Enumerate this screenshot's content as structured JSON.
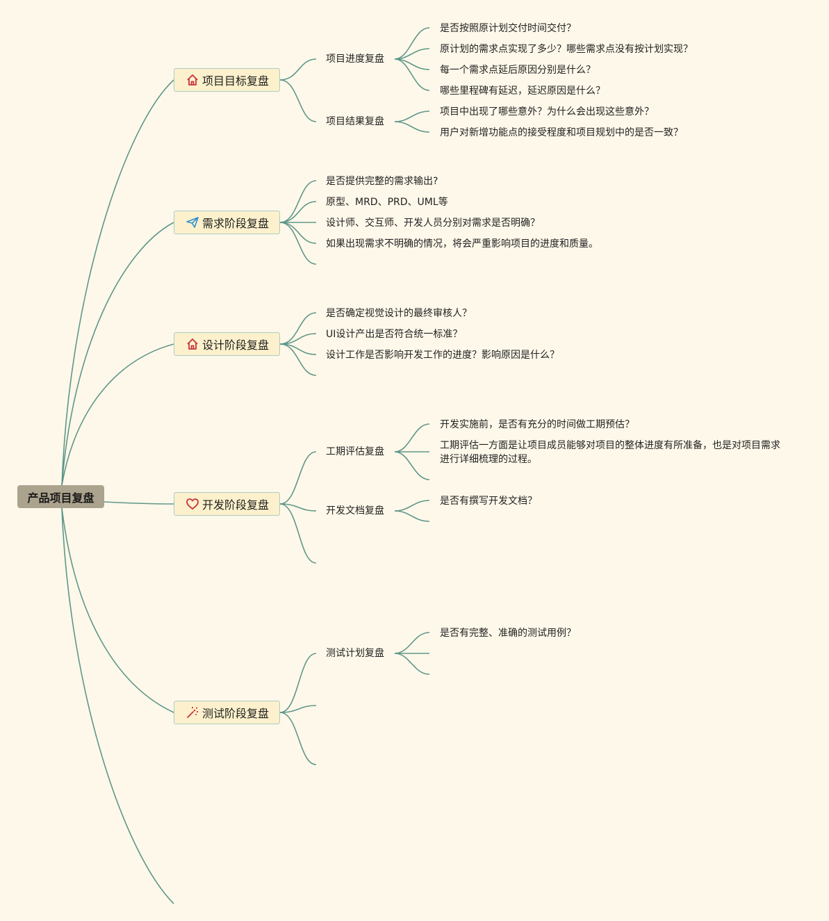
{
  "root": "产品项目复盘",
  "branches": [
    {
      "label": "项目目标复盘",
      "icon": "home-icon",
      "groups": [
        {
          "label": "项目进度复盘",
          "items": [
            "是否按照原计划交付时间交付？",
            "原计划的需求点实现了多少？哪些需求点没有按计划实现？",
            "每一个需求点延后原因分别是什么？",
            "哪些里程碑有延迟，延迟原因是什么？"
          ]
        },
        {
          "label": "项目结果复盘",
          "items": [
            "项目中出现了哪些意外？为什么会出现这些意外？",
            "用户对新增功能点的接受程度和项目规划中的是否一致？"
          ]
        }
      ]
    },
    {
      "label": "需求阶段复盘",
      "icon": "paper-plane-icon",
      "items": [
        "是否提供完整的需求输出?",
        "原型、MRD、PRD、UML等",
        "设计师、交互师、开发人员分别对需求是否明确？",
        "如果出现需求不明确的情况，将会严重影响项目的进度和质量。"
      ]
    },
    {
      "label": "设计阶段复盘",
      "icon": "home-icon",
      "items": [
        "是否确定视觉设计的最终审核人？",
        "UI设计产出是否符合统一标准？",
        "设计工作是否影响开发工作的进度？影响原因是什么？"
      ]
    },
    {
      "label": "开发阶段复盘",
      "icon": "heart-icon",
      "groups": [
        {
          "label": "工期评估复盘",
          "items": [
            "开发实施前，是否有充分的时间做工期预估？",
            "工期评估一方面是让项目成员能够对项目的整体进度有所准备，也是对项目需求进行详细梳理的过程。"
          ]
        },
        {
          "label": "开发文档复盘",
          "items": [
            "是否有撰写开发文档？"
          ]
        }
      ]
    },
    {
      "label": "测试阶段复盘",
      "icon": "magic-wand-icon",
      "groups": [
        {
          "label": "测试计划复盘",
          "items": [
            "是否有完整、准确的测试用例？"
          ]
        }
      ]
    }
  ],
  "colors": {
    "edge": "#5e9789",
    "root_bg": "#aba38d",
    "topic_bg": "#fcf1cc",
    "background": "#fef8ea"
  }
}
